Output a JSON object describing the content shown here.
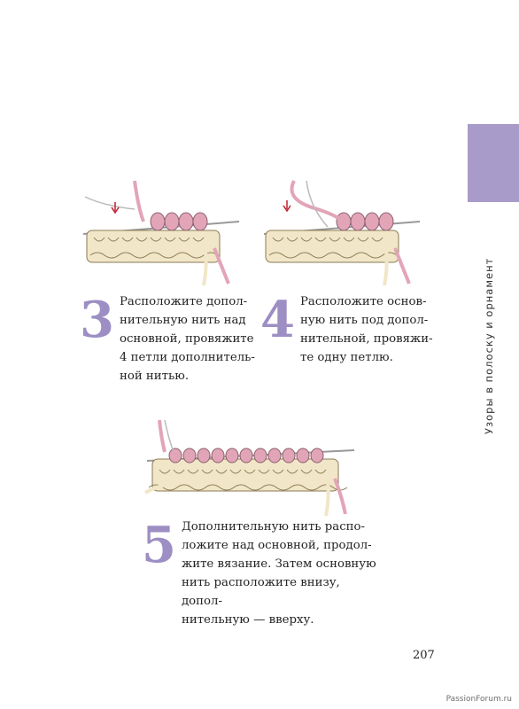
{
  "side_tab": {
    "color": "#a89bc9"
  },
  "side_title": "Узоры в полоску и орнамент",
  "steps": [
    {
      "number": "3",
      "text": "Расположите допол-\nнительную нить над\nосновной, провяжите\n4 петли дополнитель-\nной нитью."
    },
    {
      "number": "4",
      "text": "Расположите основ-\nную нить под допол-\nнительной, провяжи-\nте одну петлю."
    },
    {
      "number": "5",
      "text": "Дополнительную нить распо-\nложите над основной, продол-\nжите вязание. Затем основную\nнить расположите внизу, допол-\nнительную — вверху."
    }
  ],
  "page_number": "207",
  "watermark": "PassionForum.ru",
  "colors": {
    "yarn_main": "#f1e6c7",
    "yarn_contrast": "#e2a5b7",
    "accent": "#9d8ec3"
  }
}
